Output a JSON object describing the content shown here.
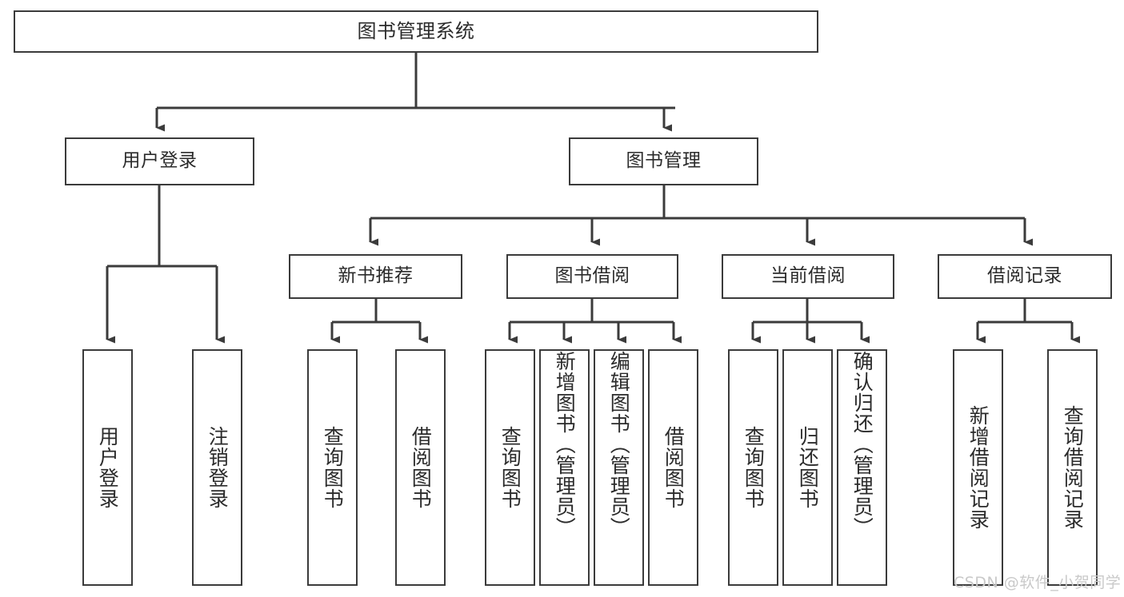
{
  "diagram": {
    "title": "图书管理系统",
    "type": "hierarchy-tree",
    "root": {
      "id": "root",
      "label": "图书管理系统"
    },
    "level2": [
      {
        "id": "user-login",
        "label": "用户登录"
      },
      {
        "id": "book-manage",
        "label": "图书管理"
      }
    ],
    "level3": [
      {
        "id": "new-book-rec",
        "label": "新书推荐",
        "parent": "book-manage"
      },
      {
        "id": "book-borrow",
        "label": "图书借阅",
        "parent": "book-manage"
      },
      {
        "id": "current-borrow",
        "label": "当前借阅",
        "parent": "book-manage"
      },
      {
        "id": "borrow-record",
        "label": "借阅记录",
        "parent": "book-manage"
      }
    ],
    "leaves": [
      {
        "id": "leaf-user-login",
        "label": "用户登录",
        "parent": "user-login"
      },
      {
        "id": "leaf-user-logout",
        "label": "注销登录",
        "parent": "user-login"
      },
      {
        "id": "leaf-query-book-1",
        "label": "查询图书",
        "parent": "new-book-rec"
      },
      {
        "id": "leaf-borrow-book-1",
        "label": "借阅图书",
        "parent": "new-book-rec"
      },
      {
        "id": "leaf-query-book-2",
        "label": "查询图书",
        "parent": "book-borrow"
      },
      {
        "id": "leaf-add-book",
        "label": "新增图书（管理员）",
        "parent": "book-borrow"
      },
      {
        "id": "leaf-edit-book",
        "label": "编辑图书（管理员）",
        "parent": "book-borrow"
      },
      {
        "id": "leaf-borrow-book-2",
        "label": "借阅图书",
        "parent": "book-borrow"
      },
      {
        "id": "leaf-query-book-3",
        "label": "查询图书",
        "parent": "current-borrow"
      },
      {
        "id": "leaf-return-book",
        "label": "归还图书",
        "parent": "current-borrow"
      },
      {
        "id": "leaf-confirm-return",
        "label": "确认归还（管理员）",
        "parent": "current-borrow"
      },
      {
        "id": "leaf-add-record",
        "label": "新增借阅记录",
        "parent": "borrow-record"
      },
      {
        "id": "leaf-query-record",
        "label": "查询借阅记录",
        "parent": "borrow-record"
      }
    ],
    "watermark": "CSDN @软件_小贺同学",
    "colors": {
      "stroke": "#3b3b3b",
      "background": "#ffffff",
      "text": "#2b2b2b",
      "watermark": "#c9c9c9"
    }
  }
}
